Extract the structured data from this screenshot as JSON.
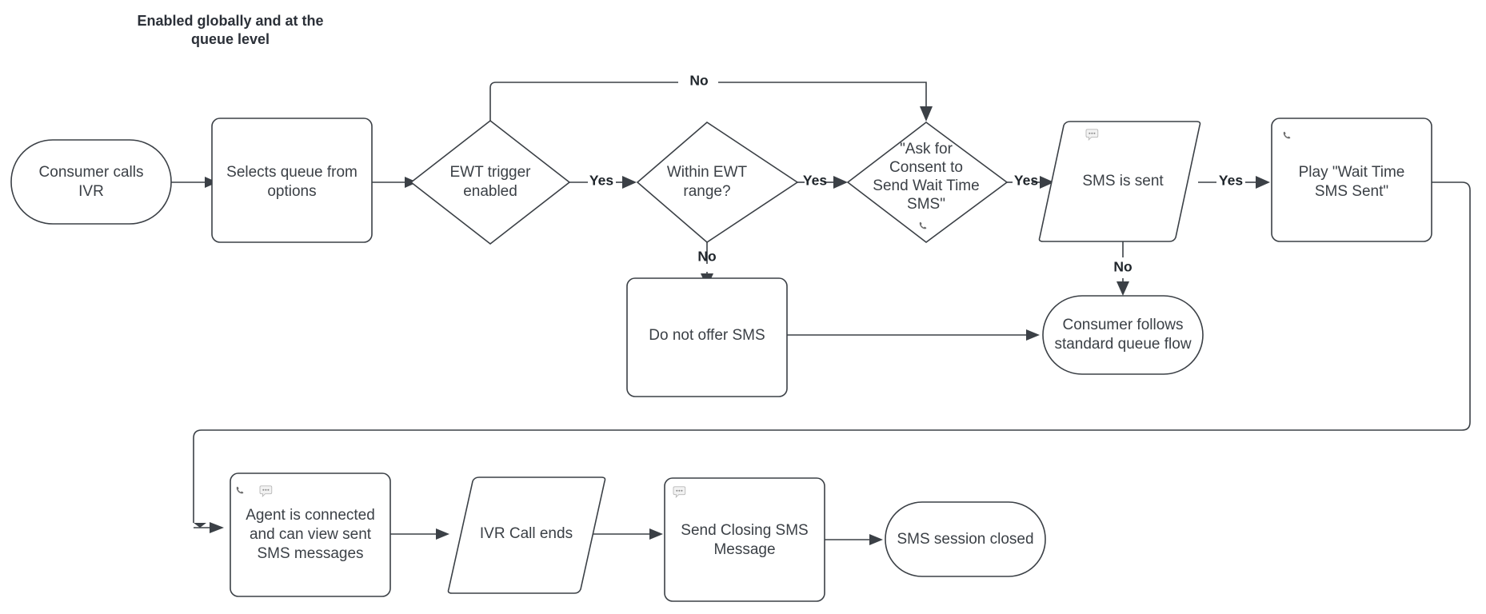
{
  "diagram": {
    "title": {
      "line1": "Enabled globally and at the",
      "line2": "queue level"
    },
    "colors": {
      "stroke": "#3b4046",
      "background": "#ffffff",
      "text": "#3b4046",
      "edge_label": "#20262c",
      "icon_gray": "#6b6b6b"
    },
    "nodes": [
      {
        "id": "consumer-calls-ivr",
        "shape": "stadium",
        "lines": [
          "Consumer calls",
          "IVR"
        ],
        "icons": []
      },
      {
        "id": "selects-queue",
        "shape": "rounded-rect",
        "lines": [
          "Selects queue from",
          "options"
        ],
        "icons": []
      },
      {
        "id": "ewt-trigger-enabled",
        "shape": "diamond",
        "lines": [
          "EWT trigger",
          "enabled"
        ],
        "icons": []
      },
      {
        "id": "within-ewt-range",
        "shape": "diamond",
        "lines": [
          "Within EWT",
          "range?"
        ],
        "icons": []
      },
      {
        "id": "ask-for-consent",
        "shape": "diamond",
        "lines": [
          "\"Ask for",
          "Consent to",
          "Send Wait Time",
          "SMS\""
        ],
        "icons": [
          "phone-icon"
        ]
      },
      {
        "id": "sms-is-sent",
        "shape": "parallelogram",
        "lines": [
          "SMS is sent"
        ],
        "icons": [
          "chat-icon"
        ]
      },
      {
        "id": "play-wait-time-sms-sent",
        "shape": "rounded-rect",
        "lines": [
          "Play \"Wait Time",
          "SMS Sent\""
        ],
        "icons": [
          "phone-icon"
        ]
      },
      {
        "id": "do-not-offer-sms",
        "shape": "rounded-rect",
        "lines": [
          "Do not offer SMS"
        ],
        "icons": []
      },
      {
        "id": "consumer-follows-standard-queue-flow",
        "shape": "stadium",
        "lines": [
          "Consumer follows",
          "standard queue flow"
        ],
        "icons": []
      },
      {
        "id": "agent-is-connected",
        "shape": "rounded-rect",
        "lines": [
          "Agent is connected",
          "and can view sent",
          "SMS messages"
        ],
        "icons": [
          "phone-icon",
          "chat-icon"
        ]
      },
      {
        "id": "ivr-call-ends",
        "shape": "parallelogram",
        "lines": [
          "IVR Call ends"
        ],
        "icons": []
      },
      {
        "id": "send-closing-sms-message",
        "shape": "rounded-rect",
        "lines": [
          "Send Closing SMS",
          "Message"
        ],
        "icons": [
          "chat-icon"
        ]
      },
      {
        "id": "sms-session-closed",
        "shape": "stadium",
        "lines": [
          "SMS session closed"
        ],
        "icons": []
      }
    ],
    "edges": [
      {
        "id": "e1",
        "from": "consumer-calls-ivr",
        "to": "selects-queue",
        "label": ""
      },
      {
        "id": "e2",
        "from": "selects-queue",
        "to": "ewt-trigger-enabled",
        "label": ""
      },
      {
        "id": "e3",
        "from": "ewt-trigger-enabled",
        "to": "within-ewt-range",
        "label": "Yes"
      },
      {
        "id": "e4",
        "from": "ewt-trigger-enabled",
        "to": "ask-for-consent",
        "label": "No"
      },
      {
        "id": "e5",
        "from": "within-ewt-range",
        "to": "ask-for-consent",
        "label": "Yes"
      },
      {
        "id": "e6",
        "from": "within-ewt-range",
        "to": "do-not-offer-sms",
        "label": "No"
      },
      {
        "id": "e7",
        "from": "ask-for-consent",
        "to": "sms-is-sent",
        "label": "Yes"
      },
      {
        "id": "e8",
        "from": "sms-is-sent",
        "to": "play-wait-time-sms-sent",
        "label": "Yes"
      },
      {
        "id": "e9",
        "from": "sms-is-sent",
        "to": "consumer-follows-standard-queue-flow",
        "label": "No"
      },
      {
        "id": "e10",
        "from": "do-not-offer-sms",
        "to": "consumer-follows-standard-queue-flow",
        "label": ""
      },
      {
        "id": "e11",
        "from": "play-wait-time-sms-sent",
        "to": "agent-is-connected",
        "label": ""
      },
      {
        "id": "e12",
        "from": "agent-is-connected",
        "to": "ivr-call-ends",
        "label": ""
      },
      {
        "id": "e13",
        "from": "ivr-call-ends",
        "to": "send-closing-sms-message",
        "label": ""
      },
      {
        "id": "e14",
        "from": "send-closing-sms-message",
        "to": "sms-session-closed",
        "label": ""
      }
    ],
    "edge_labels": {
      "yes": "Yes",
      "no": "No"
    }
  }
}
